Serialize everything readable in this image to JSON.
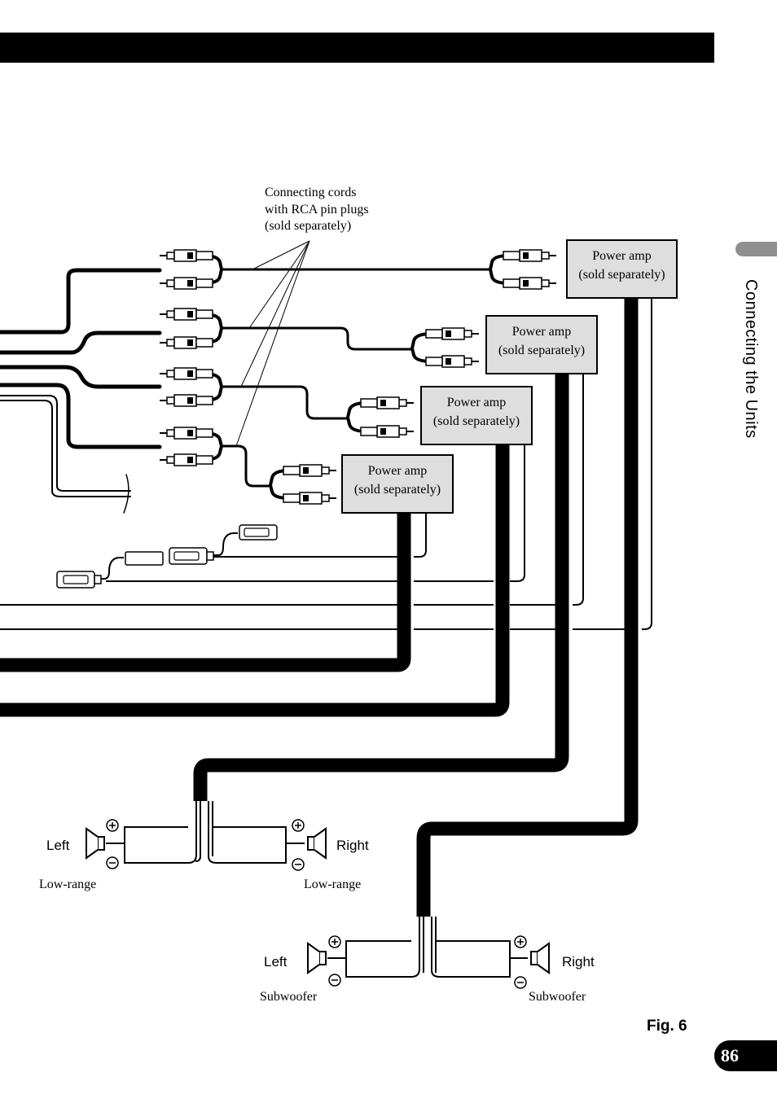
{
  "side_tab_title": "Connecting the Units",
  "page_number": "86",
  "figure_label": "Fig. 6",
  "cords_label": [
    "Connecting cords",
    "with RCA pin plugs",
    "(sold separately)"
  ],
  "power_amps": [
    {
      "line1": "Power amp",
      "line2": "(sold separately)"
    },
    {
      "line1": "Power amp",
      "line2": "(sold separately)"
    },
    {
      "line1": "Power amp",
      "line2": "(sold separately)"
    },
    {
      "line1": "Power amp",
      "line2": "(sold separately)"
    }
  ],
  "speakers": {
    "lowrange_left": {
      "side": "Left",
      "type": "Low-range"
    },
    "lowrange_right": {
      "side": "Right",
      "type": "Low-range"
    },
    "sub_left": {
      "side": "Left",
      "type": "Subwoofer"
    },
    "sub_right": {
      "side": "Right",
      "type": "Subwoofer"
    }
  },
  "colors": {
    "amp_fill": "#dedede",
    "side_tab": "#8f8f8f",
    "ink": "#000000"
  }
}
